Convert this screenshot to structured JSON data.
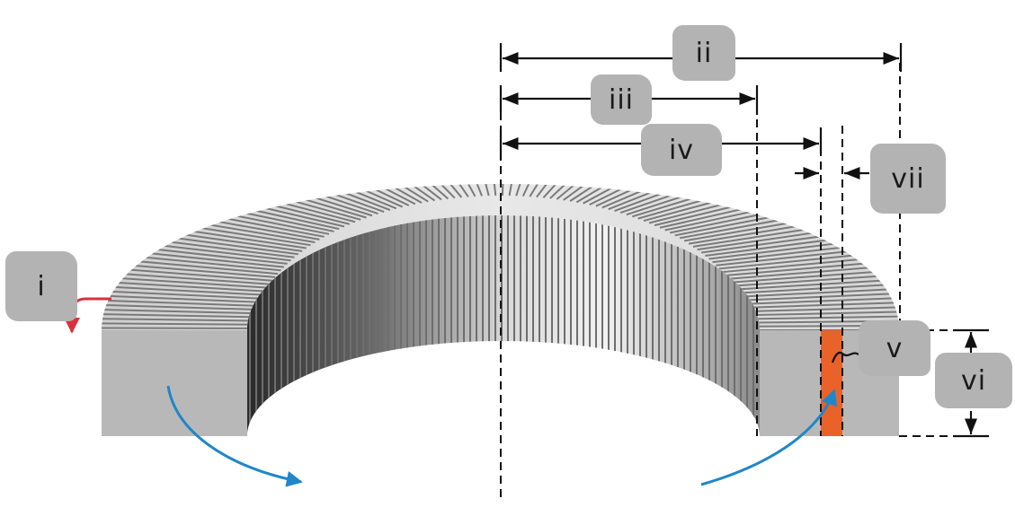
{
  "diagram": {
    "type": "cross-section of a laminated toroidal (ring) core with dimension callouts",
    "colors": {
      "background": "#ffffff",
      "ring_top_light": "#e6e6e6",
      "ring_stripe": "#7a7a7a",
      "section_gray": "#b8b8b9",
      "highlight_strip": "#e8622a",
      "rotation_arrow": "#1f87c8",
      "edge_arrow": "#d9303a",
      "dimension_line": "#111111",
      "label_box": "#b3b3b3"
    },
    "labels": {
      "i": "i",
      "ii": "ii",
      "iii": "iii",
      "iv": "iv",
      "v": "v",
      "vi": "vi",
      "vii": "vii"
    },
    "callouts": [
      {
        "id": "i",
        "meaning": "arrow pointing from outer top edge of ring downward (red)"
      },
      {
        "id": "ii",
        "meaning": "horizontal dimension: center axis to outer radius"
      },
      {
        "id": "iii",
        "meaning": "horizontal dimension: center axis to inner radius"
      },
      {
        "id": "iv",
        "meaning": "horizontal dimension: center axis to inner edge of highlighted strip"
      },
      {
        "id": "v",
        "meaning": "highlighted (orange) strip in cross-section"
      },
      {
        "id": "vi",
        "meaning": "vertical dimension: height of ring"
      },
      {
        "id": "vii",
        "meaning": "width of highlighted strip (arrows pointing inward)"
      }
    ]
  }
}
